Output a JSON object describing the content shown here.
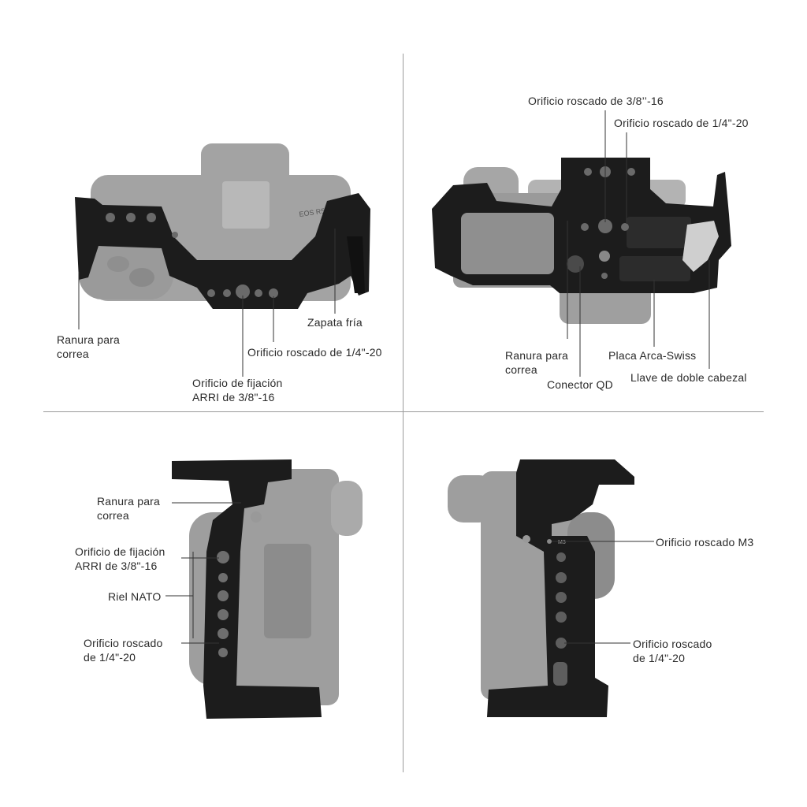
{
  "top_left": {
    "camera_model": "EOS R50",
    "labels": {
      "strap_slot": [
        "Ranura para",
        "correa"
      ],
      "arri_hole": [
        "Orificio de fijación",
        "ARRI de 3/8\"-16"
      ],
      "thread_14": "Orificio roscado de 1/4\"-20",
      "cold_shoe": "Zapata fría"
    }
  },
  "top_right": {
    "labels": {
      "thread_38": "Orificio roscado de 3/8’’-16",
      "thread_14": "Orificio roscado de 1/4\"-20",
      "strap_slot": [
        "Ranura para",
        "correa"
      ],
      "qd_connector": "Conector QD",
      "arca_plate": "Placa Arca-Swiss",
      "hex_key": "Llave de doble cabezal"
    }
  },
  "bottom_left": {
    "labels": {
      "strap_slot": [
        "Ranura para",
        "correa"
      ],
      "arri_hole": [
        "Orificio de fijación",
        "ARRI de 3/8\"-16"
      ],
      "nato_rail": "Riel NATO",
      "thread_14": [
        "Orificio roscado",
        "de 1/4\"-20"
      ]
    }
  },
  "bottom_right": {
    "m3_marking": "M3",
    "labels": {
      "m3_hole": "Orificio roscado M3",
      "thread_14": [
        "Orificio roscado",
        "de 1/4\"-20"
      ]
    }
  },
  "colors": {
    "cage_black": "#1c1c1c",
    "camera_gray": "#9a9a9a",
    "leader_line": "#333333",
    "divider": "#9a9a9a"
  }
}
